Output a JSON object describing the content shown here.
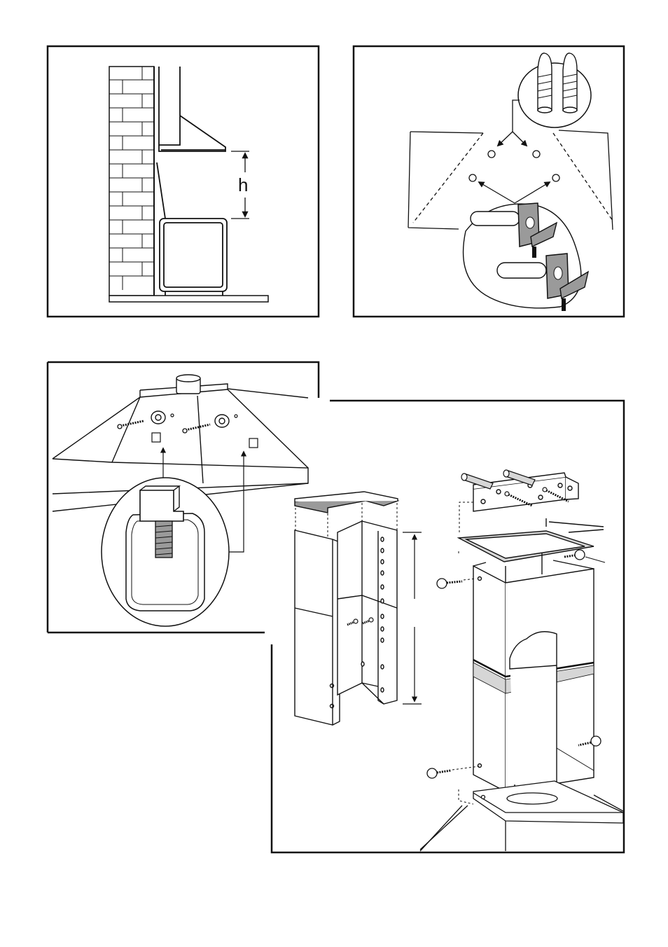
{
  "figures": {
    "height_label": "h"
  },
  "colors": {
    "line": "#111111",
    "gray_fill": "#9a9a9a",
    "light_fill": "#d6d6d6",
    "paper": "#ffffff"
  },
  "icons": [
    "brick-wall",
    "hood",
    "cooktop",
    "wall-plug",
    "bracket",
    "screw",
    "washer",
    "chimney-duct",
    "ceiling-bracket"
  ]
}
